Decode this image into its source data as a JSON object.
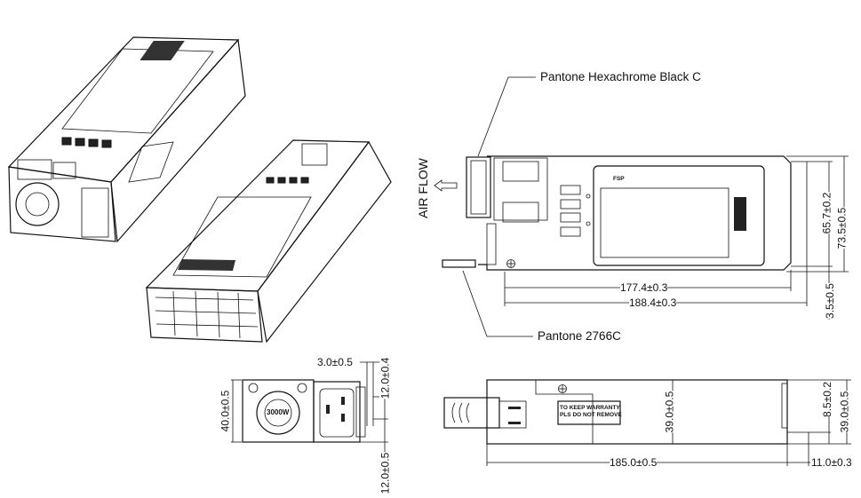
{
  "callouts": {
    "handle_color": "Pantone  Hexachrome Black C",
    "lever_color": "Pantone  2766C",
    "airflow": "AIR FLOW"
  },
  "top_view_dimensions": {
    "length_inner": "177.4±0.3",
    "length_outer": "188.4±0.3",
    "width_inner": "65.7±0.2",
    "width_outer": "73.5±0.5",
    "lever_offset": "3.5±0.5"
  },
  "front_view_dimensions": {
    "height": "40.0±0.5",
    "pin_offset": "3.0±0.5",
    "pin_spacing_top": "12.0±0.4",
    "pin_spacing_bottom": "12.0±0.5"
  },
  "side_view_dimensions": {
    "height_mid": "39.0±0.5",
    "length": "185.0±0.5",
    "connector_offset": "8.5±0.2",
    "height_right": "39.0±0.5",
    "connector_length": "11.0±0.3"
  },
  "labels": {
    "fan_rating": "3000W",
    "warranty_line1": "TO KEEP WARRANTY",
    "warranty_line2": "PLS DO NOT REMOVE",
    "brand": "FSP"
  }
}
